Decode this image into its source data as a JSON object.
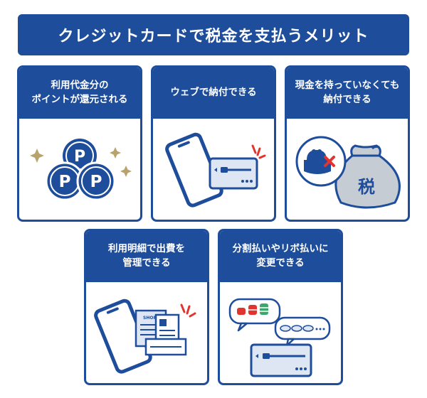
{
  "title": "クレジットカードで税金を支払うメリット",
  "colors": {
    "brand": "#1e4d9c",
    "light": "#dfe6f3",
    "red": "#e2342f",
    "gold": "#b8a36c",
    "bag": "#c6ccd4"
  },
  "cards": [
    {
      "label": "利用代金分の\nポイントが還元される",
      "icon": "point-coins-icon",
      "coin_letter": "P"
    },
    {
      "label": "ウェブで納付できる",
      "icon": "smartphone-card-icon"
    },
    {
      "label": "現金を持っていなくても\n納付できる",
      "icon": "wallet-tax-bag-icon",
      "bag_text": "税"
    },
    {
      "label": "利用明細で出費を\n管理できる",
      "icon": "smartphone-receipt-icon",
      "receipt_text": "SHOP"
    },
    {
      "label": "分割払いやリボ払いに\n変更できる",
      "icon": "installment-coins-icon"
    }
  ]
}
